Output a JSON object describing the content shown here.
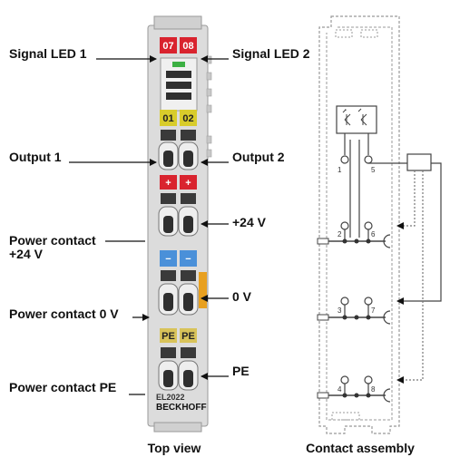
{
  "labels": {
    "signal_led_1": "Signal LED 1",
    "signal_led_2": "Signal LED 2",
    "output_1": "Output 1",
    "output_2": "Output 2",
    "plus_24v": "+24 V",
    "power_contact_24v_line1": "Power contact",
    "power_contact_24v_line2": "+24 V",
    "zero_v": "0 V",
    "power_contact_0v": "Power contact 0 V",
    "pe": "PE",
    "power_contact_pe": "Power contact PE"
  },
  "module": {
    "led_tag_1": "07",
    "led_tag_2": "08",
    "output_tag_1": "01",
    "output_tag_2": "02",
    "plus_tag_1": "+",
    "plus_tag_2": "+",
    "minus_tag_1": "−",
    "minus_tag_2": "−",
    "pe_tag_1": "PE",
    "pe_tag_2": "PE",
    "model": "EL2022",
    "brand": "BECKHOFF"
  },
  "schematic": {
    "pins": [
      "1",
      "5",
      "2",
      "6",
      "3",
      "7",
      "4",
      "8"
    ]
  },
  "captions": {
    "top_view": "Top view",
    "contact_assembly": "Contact assembly"
  },
  "colors": {
    "led_red": "#d9232e",
    "output_yellow": "#d8cc2b",
    "minus_blue": "#4a90d9",
    "pe_yellow": "#d8c35a",
    "housing": "#dcdcdc",
    "orange_contact": "#e8a020"
  }
}
